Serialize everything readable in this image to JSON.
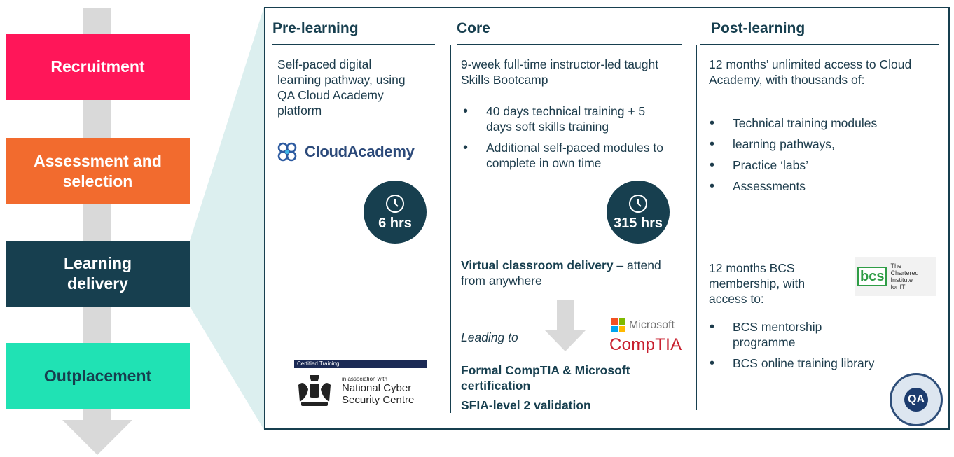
{
  "stages": [
    {
      "label": "Recruitment",
      "color": "#ff1659"
    },
    {
      "label": "Assessment and selection",
      "color": "#f26b2e"
    },
    {
      "label": "Learning delivery",
      "color": "#173f4f"
    },
    {
      "label": "Outplacement",
      "color": "#20e2b4"
    }
  ],
  "pre_learning": {
    "heading": "Pre-learning",
    "description": "Self-paced digital learning pathway, using QA Cloud Academy platform",
    "logo_text": "CloudAcademy",
    "hours": "6 hrs",
    "ncsc_badge": {
      "top": "Certified Training",
      "association": "in association with",
      "name_line1": "National Cyber",
      "name_line2": "Security Centre"
    }
  },
  "core": {
    "heading": "Core",
    "description": "9-week full-time instructor-led taught Skills Bootcamp",
    "bullets": [
      "40 days technical training + 5 days soft skills training",
      "Additional self-paced modules to complete in own time"
    ],
    "hours": "315 hrs",
    "virtual_bold": "Virtual classroom delivery",
    "virtual_rest": " – attend from anywhere",
    "leading_to": "Leading to",
    "logos": {
      "microsoft": "Microsoft",
      "comptia": "CompTIA"
    },
    "outcome_line1": "Formal CompTIA & Microsoft certification",
    "outcome_line2": "SFIA-level 2 validation"
  },
  "post_learning": {
    "heading": "Post-learning",
    "description": "12 months’ unlimited access to Cloud Academy, with thousands of:",
    "bullets": [
      "Technical training modules",
      "learning pathways,",
      "Practice ‘labs’",
      "Assessments"
    ],
    "bcs_text": "12 months BCS membership, with access to:",
    "bcs_logo": {
      "mark": "bcs",
      "line1": "The",
      "line2": "Chartered",
      "line3": "Institute",
      "line4": "for IT"
    },
    "bcs_bullets": [
      "BCS mentorship programme",
      "BCS online training library"
    ],
    "qa_badge": "QA"
  }
}
